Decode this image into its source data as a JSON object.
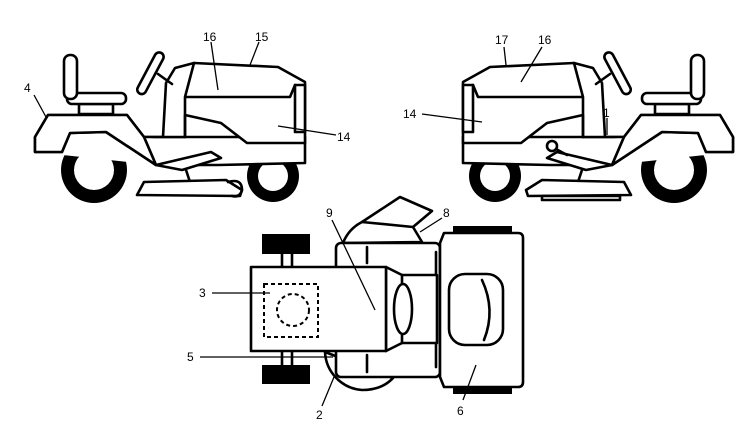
{
  "diagram": {
    "left_view": {
      "labels": {
        "seat_fender": "4",
        "hood_top": "16",
        "hood_ridge": "15",
        "hood_side": "14"
      }
    },
    "right_view": {
      "labels": {
        "hood_ridge": "17",
        "hood_top": "16",
        "hood_side": "14",
        "frame": "1"
      }
    },
    "top_view": {
      "labels": {
        "deck_chute": "8",
        "hood": "9",
        "seat_area": "3",
        "axle": "5",
        "deck": "2",
        "front": "6"
      }
    },
    "colors": {
      "line": "#000000",
      "background": "#ffffff"
    }
  }
}
